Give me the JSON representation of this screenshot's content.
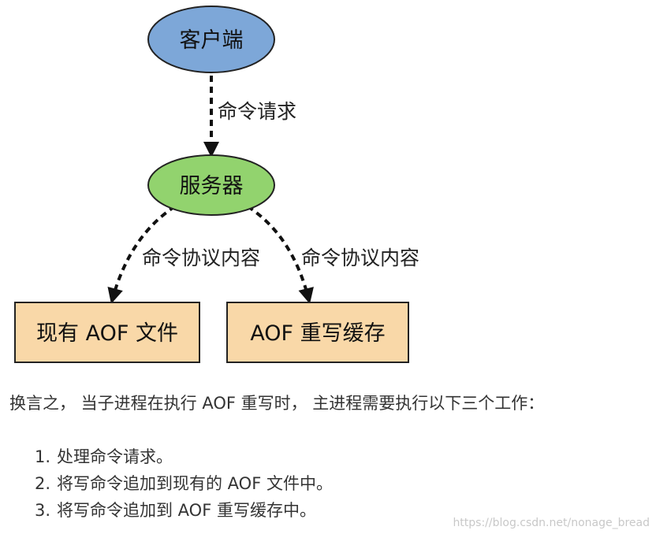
{
  "diagram": {
    "nodes": {
      "client": {
        "label": "客户端",
        "fill": "#7da7d8"
      },
      "server": {
        "label": "服务器",
        "fill": "#92d36e"
      },
      "aof_file": {
        "label": "现有 AOF 文件",
        "fill": "#f9d8a8"
      },
      "rewrite_buffer": {
        "label": "AOF 重写缓存",
        "fill": "#f9d8a8"
      }
    },
    "edges": {
      "client_to_server": "命令请求",
      "server_to_aof_file": "命令协议内容",
      "server_to_rewrite_buffer": "命令协议内容"
    }
  },
  "text": {
    "paragraph": "换言之， 当子进程在执行 AOF 重写时， 主进程需要执行以下三个工作：",
    "steps": [
      {
        "num": "1.",
        "text": "处理命令请求。"
      },
      {
        "num": "2.",
        "text": "将写命令追加到现有的 AOF 文件中。"
      },
      {
        "num": "3.",
        "text": "将写命令追加到 AOF 重写缓存中。"
      }
    ]
  },
  "watermark": "https://blog.csdn.net/nonage_bread"
}
